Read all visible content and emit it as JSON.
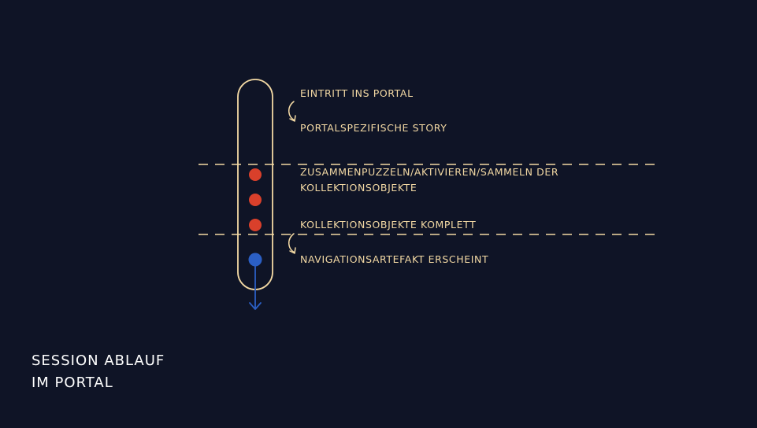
{
  "steps": {
    "entry": "EINTRITT INS PORTAL",
    "story": "PORTALSPEZIFISCHE STORY",
    "collect_line1": "ZUSAMMENPUZZELN/AKTIVIEREN/SAMMELN DER",
    "collect_line2": "KOLLEKTIONSOBJEKTE",
    "complete": "KOLLEKTIONSOBJEKTE KOMPLETT",
    "navigation": "NAVIGATIONSARTEFAKT ERSCHEINT"
  },
  "caption": {
    "line1": "SESSION ABLAUF",
    "line2": "IM PORTAL"
  },
  "colors": {
    "background": "#0f1426",
    "accent": "#f3d9a4",
    "collection_dot": "#d9402b",
    "navigation_dot": "#2b5fc4",
    "caption_text": "#ffffff"
  },
  "icons": {
    "transition": "curved-arrow-down-icon",
    "exit": "arrow-down-icon"
  }
}
